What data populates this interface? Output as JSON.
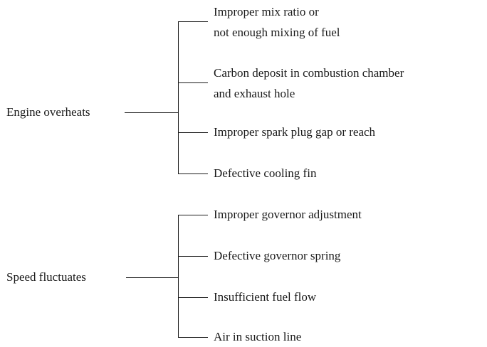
{
  "groups": [
    {
      "problem": "Engine overheats",
      "causes": [
        [
          "Improper mix ratio or",
          "not enough mixing of fuel"
        ],
        [
          "Carbon deposit in combustion chamber",
          "and exhaust hole"
        ],
        [
          "Improper spark plug gap or reach"
        ],
        [
          "Defective cooling fin"
        ]
      ]
    },
    {
      "problem": "Speed fluctuates",
      "causes": [
        [
          "Improper governor adjustment"
        ],
        [
          "Defective governor spring"
        ],
        [
          "Insufficient fuel flow"
        ],
        [
          "Air in suction line"
        ]
      ]
    }
  ],
  "colors": {
    "ink": "#1a1a1a",
    "background": "#ffffff"
  }
}
